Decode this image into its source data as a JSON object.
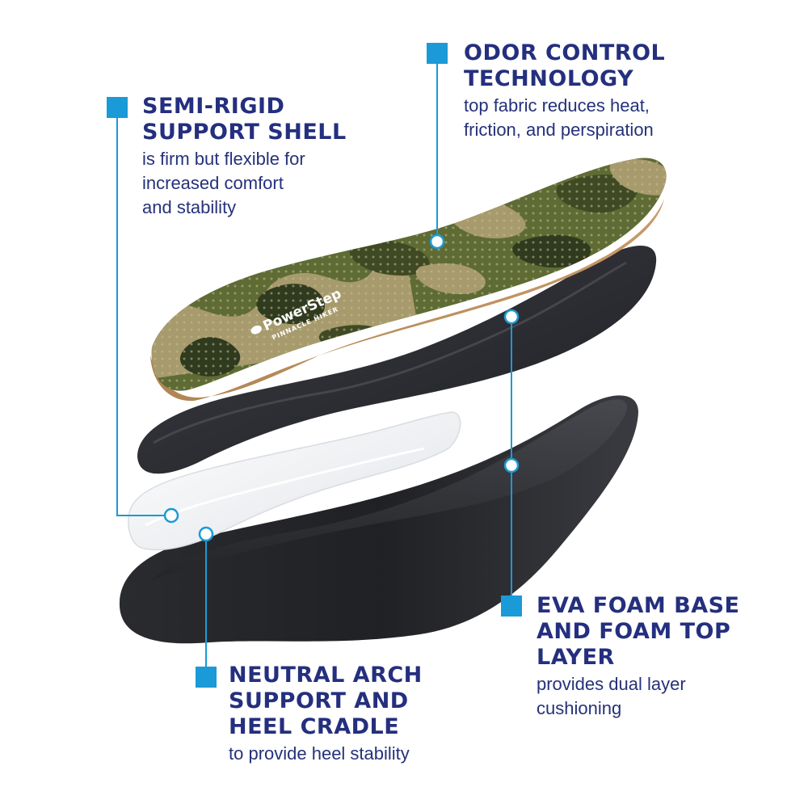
{
  "colors": {
    "accent": "#1a9ad6",
    "heading": "#242f7e",
    "body_text": "#25317a",
    "camo_dark": "#2f3a1e",
    "camo_olive": "#5e6b34",
    "camo_tan": "#a79a6d",
    "shell_black": "#2b2c31",
    "base_black": "#1c1d20",
    "cradle_white": "#f3f4f6"
  },
  "product": {
    "brand": "PowerStep",
    "model": "PINNACLE HIKER"
  },
  "callouts": {
    "shell": {
      "title_lines": [
        "SEMI-RIGID",
        "SUPPORT SHELL"
      ],
      "desc_lines": [
        "is firm but flexible for",
        "increased comfort",
        "and stability"
      ]
    },
    "odor": {
      "title_lines": [
        "ODOR CONTROL",
        "TECHNOLOGY"
      ],
      "desc_lines": [
        "top fabric reduces heat,",
        "friction, and perspiration"
      ]
    },
    "neutral": {
      "title_lines": [
        "NEUTRAL ARCH",
        "SUPPORT AND",
        "HEEL CRADLE"
      ],
      "desc_lines": [
        "to provide heel stability"
      ]
    },
    "eva": {
      "title_lines": [
        "EVA FOAM BASE",
        "AND FOAM TOP",
        "LAYER"
      ],
      "desc_lines": [
        "provides dual layer",
        "cushioning"
      ]
    }
  }
}
